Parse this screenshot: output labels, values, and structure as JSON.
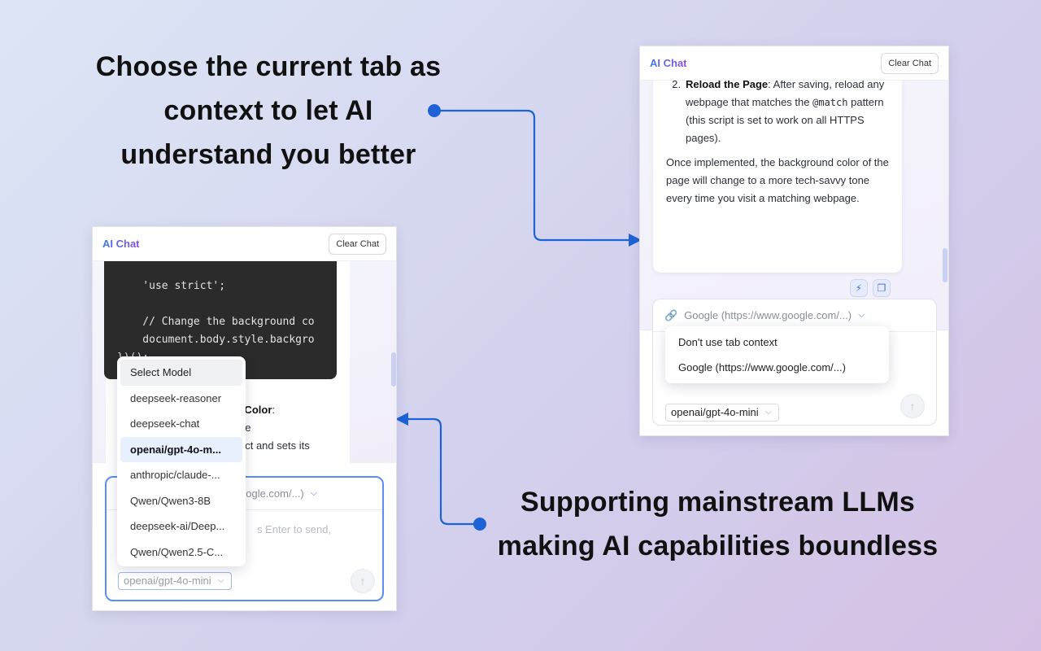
{
  "captions": {
    "top": "Choose the current tab as context to let AI understand you better",
    "bottom": "Supporting mainstream LLMs making AI capabilities boundless"
  },
  "right_panel": {
    "brand": "AI Chat",
    "clear_label": "Clear Chat",
    "message": {
      "step_num": "2.",
      "step_bold": "Reload the Page",
      "step_rest": ": After saving, reload any webpage that matches the",
      "step_code": "@match",
      "step_tail": "pattern (this script is set to work on all HTTPS pages).",
      "paragraph": "Once implemented, the background color of the page will change to a more tech-savvy tone every time you visit a matching webpage."
    },
    "icons": [
      "lightning-icon",
      "copy-icon"
    ],
    "context_selector": "Google (https://www.google.com/...)",
    "context_options": [
      "Don't use tab context",
      "Google (https://www.google.com/...)"
    ],
    "model_value": "openai/gpt-4o-mini"
  },
  "left_panel": {
    "brand": "AI Chat",
    "clear_label": "Clear Chat",
    "code_lines": [
      "    'use strict';",
      "",
      "    // Change the background co",
      "    document.body.style.backgro",
      "})();"
    ],
    "text_fragments": [
      "round Color",
      ":",
      "he",
      "ect and sets its"
    ],
    "context_selector": "oogle.com/...)",
    "input_placeholder": "s Enter to send,",
    "model_value": "openai/gpt-4o-mini",
    "model_options": {
      "header": "Select Model",
      "items": [
        "deepseek-reasoner",
        "deepseek-chat",
        "openai/gpt-4o-m...",
        "anthropic/claude-...",
        "Qwen/Qwen3-8B",
        "deepseek-ai/Deep...",
        "Qwen/Qwen2.5-C..."
      ],
      "selected_index": 2
    }
  },
  "colors": {
    "accent": "#1e63d6",
    "brand_start": "#3f78e6",
    "brand_end": "#8a4de0",
    "input_focus": "#5a8ef0"
  }
}
